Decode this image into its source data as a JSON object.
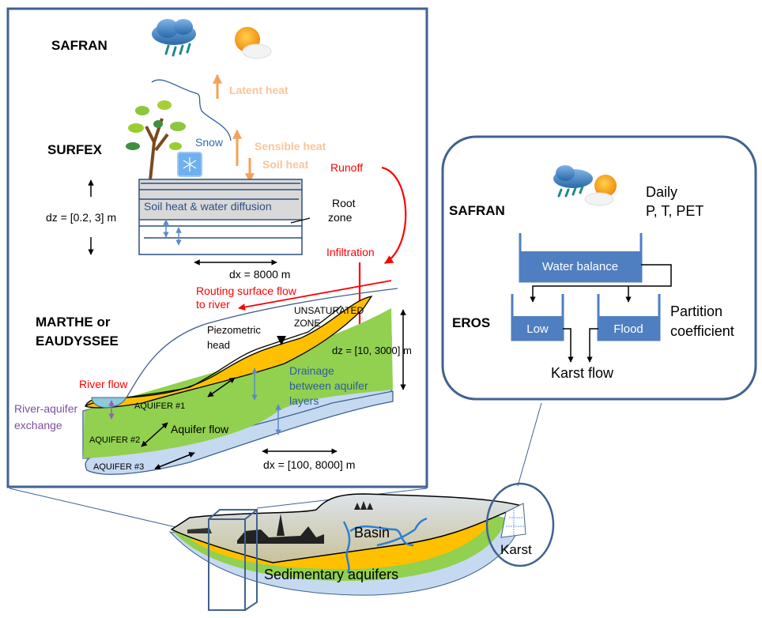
{
  "colors": {
    "frame": "#41628f",
    "orange_text": "#f9c59a",
    "orange_arrow": "#f5a05a",
    "red": "#ff0000",
    "blue_text": "#2e5e9e",
    "purple": "#7b4fa0",
    "aquifer_orange": "#ffc000",
    "aquifer_green": "#92d050",
    "aquifer_blue": "#c5d9f1",
    "box_blue": "#4f7fc0"
  },
  "left_panel": {
    "safran_label": "SAFRAN",
    "surfex_label": "SURFEX",
    "marthe_label_line1": "MARTHE or",
    "marthe_label_line2": "EAUDYSSEE",
    "latent_heat": "Latent heat",
    "sensible_heat": "Sensible heat",
    "soil_heat": "Soil heat",
    "snow": "Snow",
    "runoff": "Runoff",
    "infiltration": "Infiltration",
    "soil_diffusion": "Soil heat & water diffusion",
    "root_zone_line1": "Root",
    "root_zone_line2": "zone",
    "dz_surfex": "dz = [0.2, 3] m",
    "dx_surfex": "dx = 8000 m",
    "routing_line1": "Routing surface flow",
    "routing_line2": "to river",
    "unsaturated_line1": "UNSATURATED",
    "unsaturated_line2": "ZONE",
    "piezometric_line1": "Piezometric",
    "piezometric_line2": "head",
    "dz_aquifer": "dz = [10, 3000] m",
    "drainage_line1": "Drainage",
    "drainage_line2": "between aquifer",
    "drainage_line3": "layers",
    "river_flow": "River flow",
    "river_aquifer_line1": "River-aquifer",
    "river_aquifer_line2": "exchange",
    "aquifer1": "AQUIFER #1",
    "aquifer2": "AQUIFER #2",
    "aquifer3": "AQUIFER #3",
    "aquifer_flow": "Aquifer flow",
    "dx_aquifer": "dx = [100, 8000] m"
  },
  "right_panel": {
    "safran_label": "SAFRAN",
    "daily_line1": "Daily",
    "daily_line2": "P, T, PET",
    "water_balance": "Water balance",
    "eros_label": "EROS",
    "low": "Low",
    "flood": "Flood",
    "partition_line1": "Partition",
    "partition_line2": "coefficient",
    "karst_flow": "Karst flow"
  },
  "basin": {
    "basin_label": "Basin",
    "karst_label": "Karst",
    "sedimentary_label": "Sedimentary aquifers"
  }
}
